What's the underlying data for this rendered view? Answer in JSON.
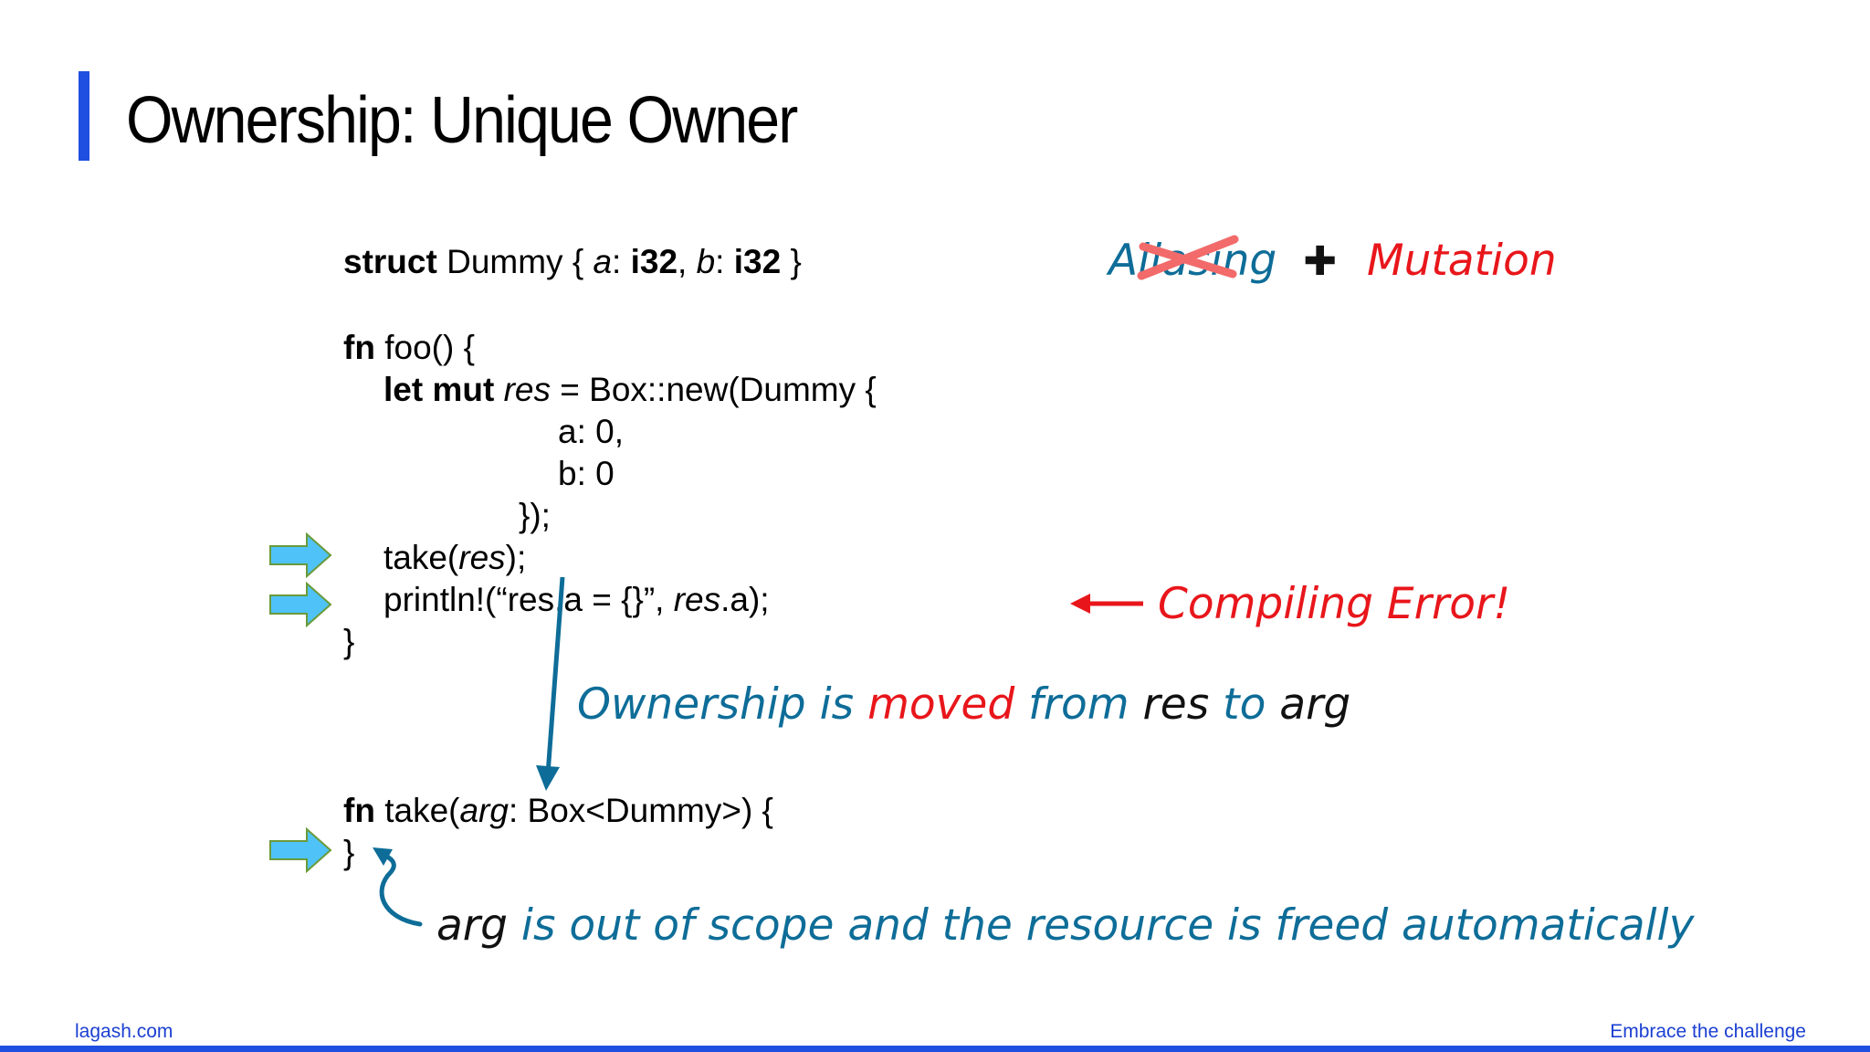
{
  "slide": {
    "title": "Ownership: Unique Owner",
    "code": {
      "struct_kw": "struct",
      "struct_name": " Dummy { ",
      "field_a": "a",
      "colon1": ": ",
      "type1": "i32",
      "comma": ", ",
      "field_b": "b",
      "colon2": ": ",
      "type2": "i32",
      "close_brace": " }",
      "fn_kw": "fn",
      "foo_sig": " foo() {",
      "let_mut_kw": "let mut",
      "res_var": "res",
      "box_new": " = Box::new(Dummy {",
      "a_line": "a: 0,",
      "b_line": "b: 0",
      "close_call": "});",
      "take_call_pre": "take(",
      "take_call_post": ");",
      "println_pre": "println!(“res.a = {}”, ",
      "println_var": "res",
      "println_post": ".a);",
      "foo_close": "}",
      "take_kw": "fn",
      "take_pre": " take(",
      "arg_var": "arg",
      "take_post": ": Box<Dummy>) {",
      "take_close": "}"
    },
    "annotations": {
      "aliasing": "Aliasing",
      "plus": "✚",
      "mutation": "Mutation",
      "compiling_error": "Compiling Error!",
      "moved_1": "Ownership is ",
      "moved_2": "moved",
      "moved_3": " from ",
      "moved_4": "res",
      "moved_5": " to ",
      "moved_6": "arg",
      "scope_1": "arg",
      "scope_2": " is out of scope and the resource is freed automatically"
    },
    "footer": {
      "site": "lagash.com",
      "tagline": "Embrace the challenge"
    }
  },
  "colors": {
    "accent_blue": "#1f4fe0",
    "annotation_blue": "#0e6d98",
    "error_red": "#e8161b",
    "arrow_fill": "#4fc3f7",
    "arrow_stroke": "#6a9a3a"
  }
}
